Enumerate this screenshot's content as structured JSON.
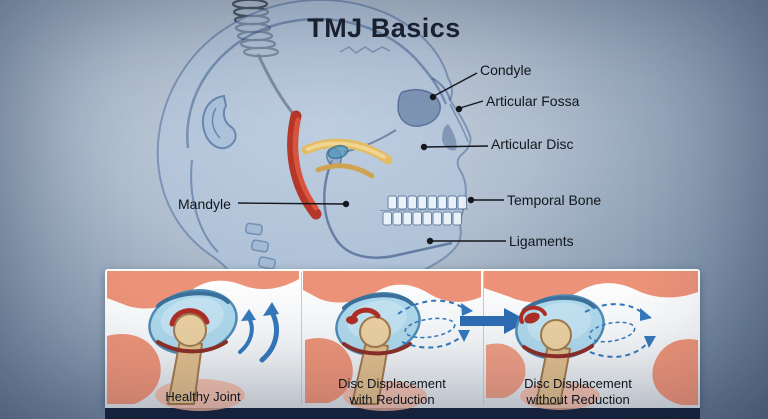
{
  "title": "TMJ Basics",
  "skull_labels": [
    {
      "text": "Condyle"
    },
    {
      "text": "Articular Fossa"
    },
    {
      "text": "Articular Disc"
    },
    {
      "text": "Temporal Bone"
    },
    {
      "text": "Ligaments"
    },
    {
      "text": "Mandyle"
    }
  ],
  "inset": {
    "panels": [
      {
        "line1": "Healthy Joint",
        "line2": ""
      },
      {
        "line1": "Disc Displacement",
        "line2": "with Reduction"
      },
      {
        "line1": "Disc Displacement",
        "line2": "without Reduction"
      }
    ]
  },
  "colors": {
    "background_center": "#ccd5e0",
    "background_edge": "#5a6d88",
    "skull_fill": "#b2c8e2",
    "skull_line": "#3f6ea6",
    "ligament_red": "#b5372a",
    "disc_yellow": "#e3bc66",
    "inset_salmon": "#ec9379",
    "joint_capsule_blue": "#aed8ec",
    "bone_tan": "#dfbd8c",
    "arrow_blue": "#3478bc",
    "footer_navy": "#18243e"
  }
}
